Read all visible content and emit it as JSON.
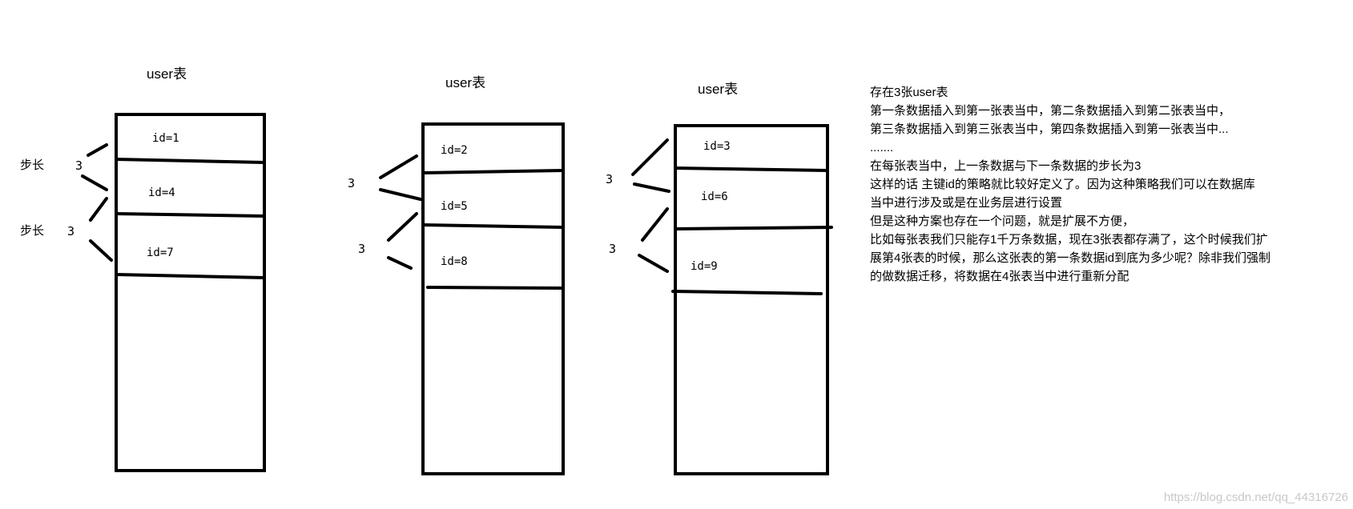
{
  "tables": [
    {
      "title": "user表",
      "ids": [
        "id=1",
        "id=4",
        "id=7"
      ]
    },
    {
      "title": "user表",
      "ids": [
        "id=2",
        "id=5",
        "id=8"
      ]
    },
    {
      "title": "user表",
      "ids": [
        "id=3",
        "id=6",
        "id=9"
      ]
    }
  ],
  "step_labels": {
    "t1_step_word_1": "步长",
    "t1_step_num_1": "3",
    "t1_step_word_2": "步长",
    "t1_step_num_2": "3",
    "t2_step_num_1": "3",
    "t2_step_num_2": "3",
    "t3_step_num_1": "3",
    "t3_step_num_2": "3"
  },
  "notes": [
    "存在3张user表",
    "第一条数据插入到第一张表当中，第二条数据插入到第二张表当中，",
    "第三条数据插入到第三张表当中，第四条数据插入到第一张表当中...",
    ".......",
    "在每张表当中，上一条数据与下一条数据的步长为3",
    "这样的话    主键id的策略就比较好定义了。因为这种策略我们可以在数据库",
    "当中进行涉及或是在业务层进行设置",
    "但是这种方案也存在一个问题，就是扩展不方便，",
    "比如每张表我们只能存1千万条数据，现在3张表都存满了，这个时候我们扩",
    "展第4张表的时候，那么这张表的第一条数据id到底为多少呢？除非我们强制",
    "的做数据迁移，将数据在4张表当中进行重新分配"
  ],
  "watermark": "https://blog.csdn.net/qq_44316726"
}
